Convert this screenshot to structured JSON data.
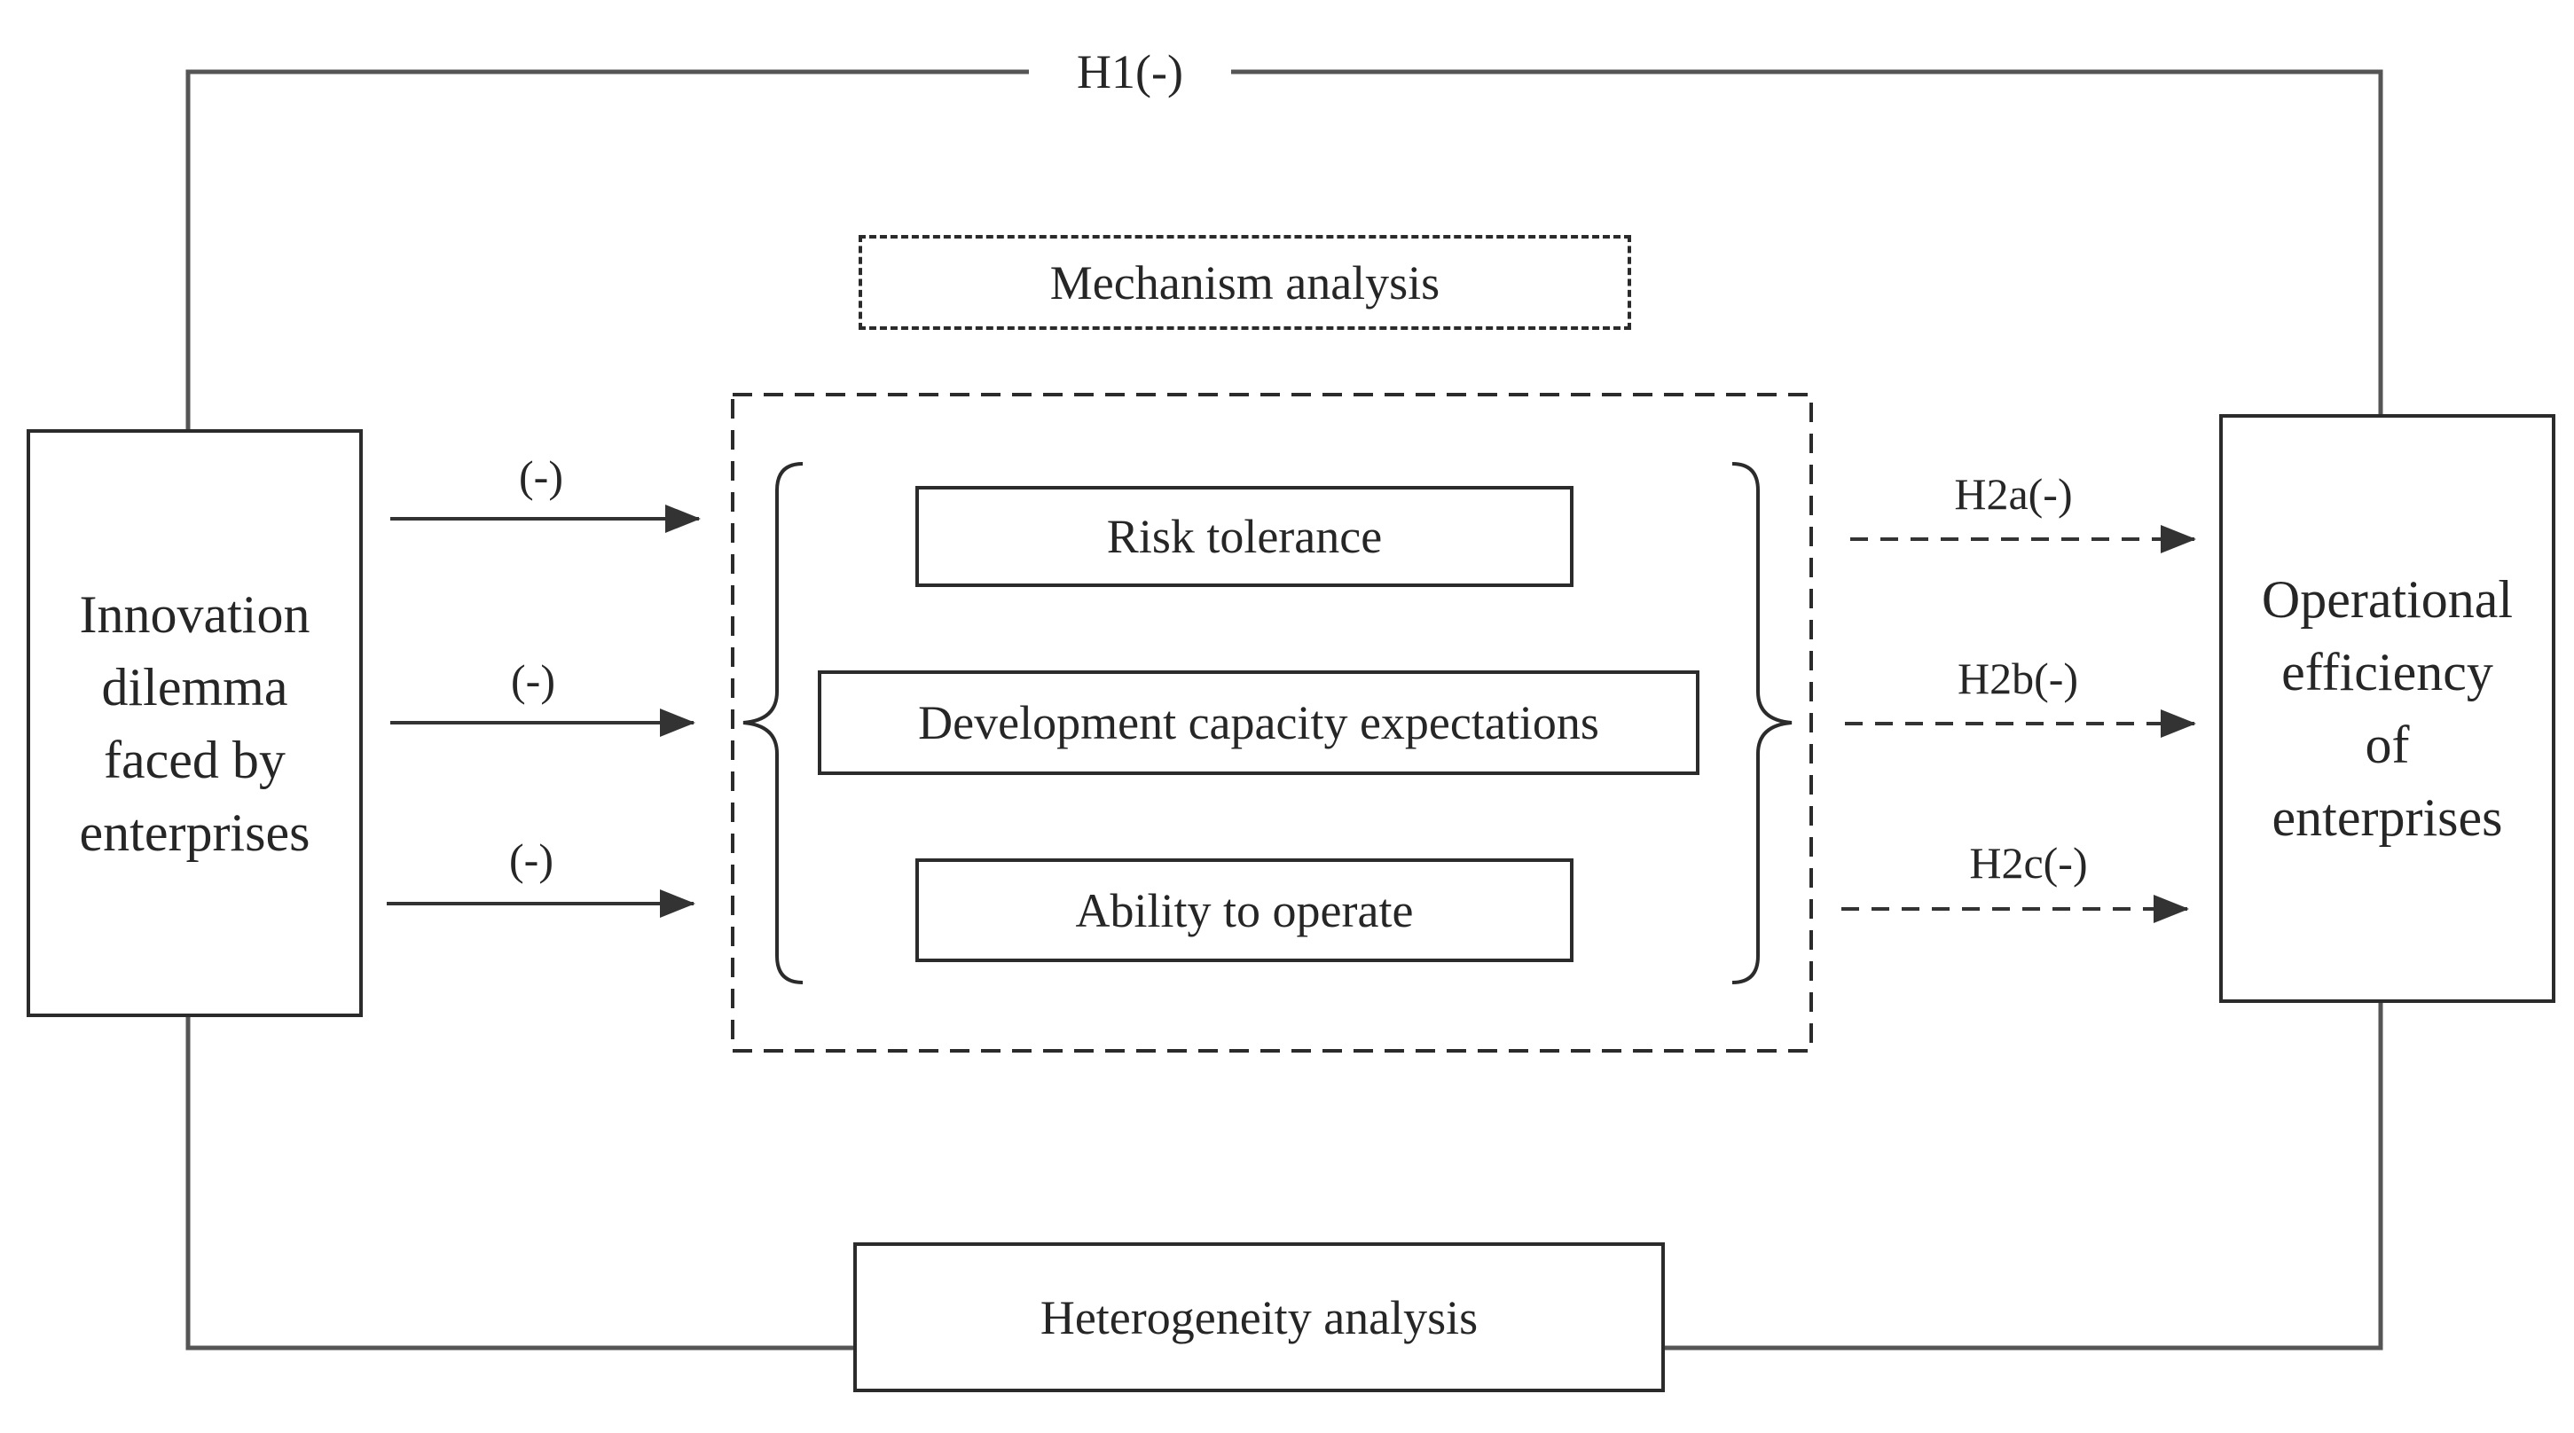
{
  "colors": {
    "line": "#333333",
    "text": "#262626",
    "background": "#ffffff"
  },
  "h1_label": "H1(-)",
  "left_box": {
    "lines": [
      "Innovation",
      "dilemma",
      "faced by",
      "enterprises"
    ]
  },
  "right_box": {
    "lines": [
      "Operational",
      "efficiency",
      "of",
      "enterprises"
    ]
  },
  "mechanism_label": "Mechanism analysis",
  "mediators": {
    "risk": "Risk tolerance",
    "development": "Development capacity expectations",
    "ability": "Ability to operate"
  },
  "left_arrow_labels": [
    "(-)",
    "(-)",
    "(-)"
  ],
  "right_arrow_labels": [
    "H2a(-)",
    "H2b(-)",
    "H2c(-)"
  ],
  "heterogeneity_label": "Heterogeneity analysis"
}
